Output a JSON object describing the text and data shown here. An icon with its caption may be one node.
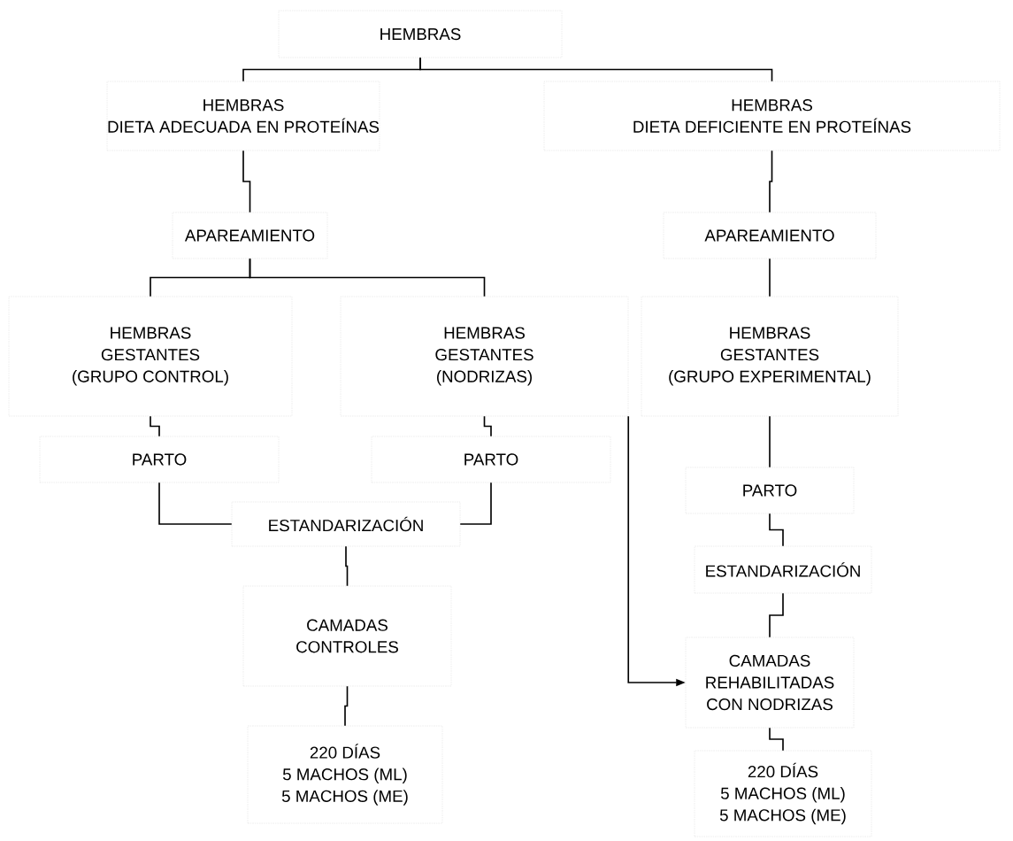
{
  "diagram": {
    "nodes": [
      {
        "text": [
          "HEMBRAS"
        ]
      },
      {
        "text": [
          "HEMBRAS",
          "DIETA ADECUADA EN PROTEÍNAS"
        ]
      },
      {
        "text": [
          "HEMBRAS",
          "DIETA DEFICIENTE EN PROTEÍNAS"
        ]
      },
      {
        "text": [
          "APAREAMIENTO"
        ]
      },
      {
        "text": [
          "APAREAMIENTO"
        ]
      },
      {
        "text": [
          "HEMBRAS",
          "GESTANTES",
          "(GRUPO CONTROL)"
        ]
      },
      {
        "text": [
          "HEMBRAS",
          "GESTANTES",
          "(NODRIZAS)"
        ]
      },
      {
        "text": [
          "HEMBRAS",
          "GESTANTES",
          "(GRUPO EXPERIMENTAL)"
        ]
      },
      {
        "text": [
          "PARTO"
        ]
      },
      {
        "text": [
          "PARTO"
        ]
      },
      {
        "text": [
          "PARTO"
        ]
      },
      {
        "text": [
          "ESTANDARIZACIÓN"
        ]
      },
      {
        "text": [
          "ESTANDARIZACIÓN"
        ]
      },
      {
        "text": [
          "CAMADAS",
          "CONTROLES"
        ]
      },
      {
        "text": [
          "CAMADAS",
          "REHABILITADAS",
          "CON NODRIZAS"
        ]
      },
      {
        "text": [
          "220 DÍAS",
          "5 MACHOS (ML)",
          "5 MACHOS (ME)"
        ]
      },
      {
        "text": [
          "220 DÍAS",
          "5 MACHOS (ML)",
          "5 MACHOS (ME)"
        ]
      }
    ],
    "edges": [
      {
        "from": 0,
        "to": 1,
        "arrow": "none"
      },
      {
        "from": 0,
        "to": 2,
        "arrow": "none"
      },
      {
        "from": 1,
        "to": 3,
        "arrow": "none"
      },
      {
        "from": 2,
        "to": 4,
        "arrow": "none"
      },
      {
        "from": 3,
        "to": 5,
        "arrow": "none"
      },
      {
        "from": 3,
        "to": 6,
        "arrow": "none"
      },
      {
        "from": 4,
        "to": 7,
        "arrow": "none"
      },
      {
        "from": 5,
        "to": 8,
        "arrow": "none"
      },
      {
        "from": 6,
        "to": 9,
        "arrow": "none"
      },
      {
        "from": 7,
        "to": 10,
        "arrow": "none"
      },
      {
        "from": 8,
        "to": 11,
        "arrow": "none"
      },
      {
        "from": 9,
        "to": 11,
        "arrow": "none"
      },
      {
        "from": 10,
        "to": 12,
        "arrow": "none"
      },
      {
        "from": 11,
        "to": 13,
        "arrow": "none"
      },
      {
        "from": 12,
        "to": 14,
        "arrow": "none"
      },
      {
        "from": 6,
        "to": 14,
        "arrow": "to"
      },
      {
        "from": 13,
        "to": 15,
        "arrow": "none"
      },
      {
        "from": 14,
        "to": 16,
        "arrow": "none"
      }
    ]
  }
}
